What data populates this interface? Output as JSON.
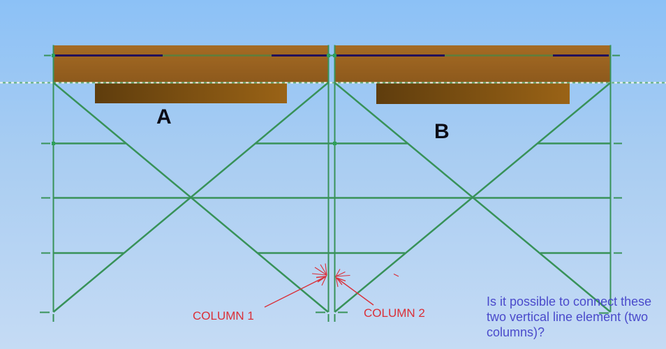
{
  "labels": {
    "frame_a": "A",
    "frame_b": "B"
  },
  "annotations": {
    "column1": {
      "label": "COLUMN 1"
    },
    "column2": {
      "label": "COLUMN 2"
    }
  },
  "question": {
    "lines": [
      "Is it possible to connect these",
      "two vertical line element (two",
      "columns)?"
    ]
  },
  "colors": {
    "background_top": "#8cc1f6",
    "background_bottom": "#c5dbf4",
    "frame_green": "#389259",
    "node_green": "#2da05b",
    "beam_brown": "#9a6420",
    "slab_dark_brown": "#5f3d0d",
    "member_navy": "#231059",
    "member_olive": "#5d7f3d",
    "annotation_red": "#da2f38",
    "question_blue": "#4a4acb",
    "frame_label_black": "#0c0c16"
  }
}
